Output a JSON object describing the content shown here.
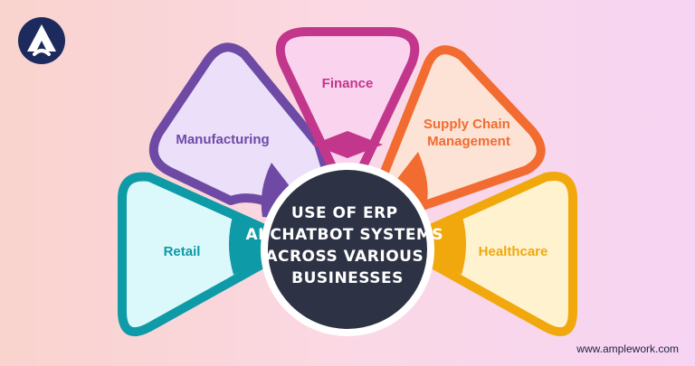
{
  "brand": {
    "logo_icon": "amplework-logo-icon",
    "website": "www.amplework.com"
  },
  "center": {
    "lines": [
      "USE OF ERP",
      "AI CHATBOT SYSTEMS",
      "ACROSS VARIOUS",
      "BUSINESSES"
    ]
  },
  "segments": [
    {
      "label": "Retail",
      "color": "#0e9aa7",
      "fill": "#dbf9fb"
    },
    {
      "label": "Manufacturing",
      "color": "#6e4aa5",
      "fill": "#ecdffa"
    },
    {
      "label": "Finance",
      "color": "#c2378c",
      "fill": "#fad3ee"
    },
    {
      "label": "Supply Chain Management",
      "color": "#f26b30",
      "fill": "#fde3d6"
    },
    {
      "label": "Healthcare",
      "color": "#f1a80d",
      "fill": "#fff2cf"
    }
  ],
  "colors": {
    "center_fill": "#2d3345",
    "center_ring": "#ffffff",
    "text_dark": "#1e2440"
  }
}
